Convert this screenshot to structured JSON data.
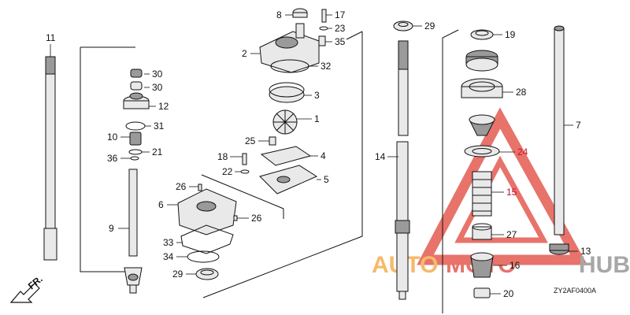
{
  "callouts": [
    {
      "id": "11",
      "label": "11"
    },
    {
      "id": "30a",
      "label": "30"
    },
    {
      "id": "30b",
      "label": "30"
    },
    {
      "id": "12",
      "label": "12"
    },
    {
      "id": "31",
      "label": "31"
    },
    {
      "id": "10",
      "label": "10"
    },
    {
      "id": "21",
      "label": "21"
    },
    {
      "id": "36",
      "label": "36"
    },
    {
      "id": "9",
      "label": "9"
    },
    {
      "id": "8",
      "label": "8"
    },
    {
      "id": "17",
      "label": "17"
    },
    {
      "id": "23",
      "label": "23"
    },
    {
      "id": "35",
      "label": "35"
    },
    {
      "id": "2",
      "label": "2"
    },
    {
      "id": "32",
      "label": "32"
    },
    {
      "id": "3",
      "label": "3"
    },
    {
      "id": "1",
      "label": "1"
    },
    {
      "id": "25",
      "label": "25"
    },
    {
      "id": "18",
      "label": "18"
    },
    {
      "id": "4",
      "label": "4"
    },
    {
      "id": "22",
      "label": "22"
    },
    {
      "id": "5",
      "label": "5"
    },
    {
      "id": "26a",
      "label": "26"
    },
    {
      "id": "6",
      "label": "6"
    },
    {
      "id": "26b",
      "label": "26"
    },
    {
      "id": "33",
      "label": "33"
    },
    {
      "id": "34",
      "label": "34"
    },
    {
      "id": "29a",
      "label": "29"
    },
    {
      "id": "29b",
      "label": "29"
    },
    {
      "id": "14",
      "label": "14"
    },
    {
      "id": "19",
      "label": "19"
    },
    {
      "id": "28",
      "label": "28"
    },
    {
      "id": "24",
      "label": "24"
    },
    {
      "id": "15",
      "label": "15"
    },
    {
      "id": "27",
      "label": "27"
    },
    {
      "id": "16",
      "label": "16"
    },
    {
      "id": "20",
      "label": "20"
    },
    {
      "id": "7",
      "label": "7"
    },
    {
      "id": "13",
      "label": "13"
    }
  ],
  "fr_marker": "FR.",
  "drawing_code": "ZY2AF0400A",
  "watermark": {
    "text_part1": "AUTO",
    "text_part2": "MOTO",
    "text_part3": "HUB",
    "color_orange": "#f2a33a",
    "color_red": "#e0453a",
    "color_gray": "#8a8a8a"
  },
  "colors": {
    "line": "#111111",
    "highlight_label": "#c8102e"
  }
}
